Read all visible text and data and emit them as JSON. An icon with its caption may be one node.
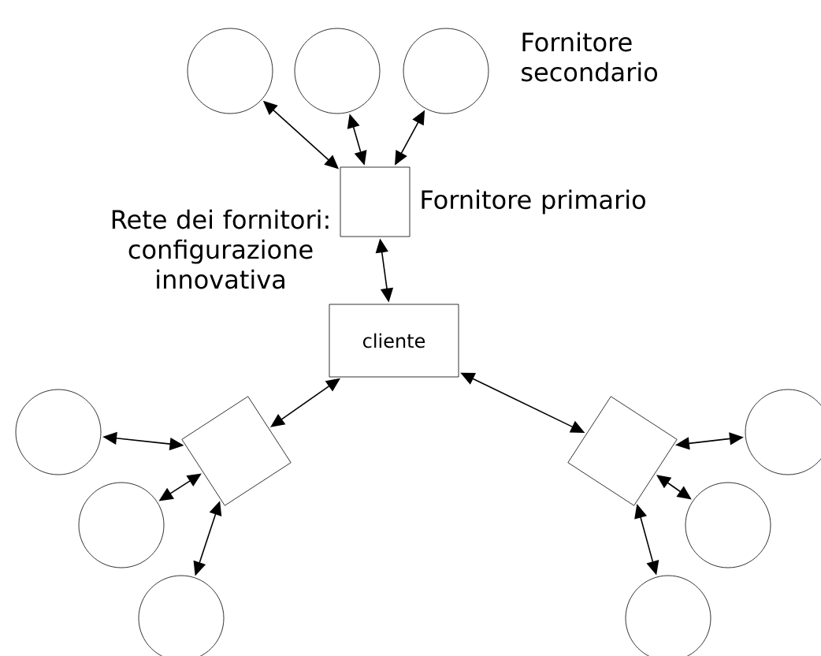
{
  "diagram": {
    "nodes": [
      {
        "text": [],
        "shape": "circle"
      },
      {
        "text": [],
        "shape": "circle"
      },
      {
        "text": [],
        "shape": "circle"
      },
      {
        "text": [],
        "shape": "box"
      },
      {
        "text": [
          "cliente"
        ]
      },
      {
        "text": [],
        "shape": "box"
      },
      {
        "text": [],
        "shape": "box"
      },
      {
        "text": [],
        "shape": "circle"
      },
      {
        "text": [],
        "shape": "circle"
      },
      {
        "text": [],
        "shape": "circle"
      },
      {
        "text": [],
        "shape": "circle"
      },
      {
        "text": [],
        "shape": "circle"
      },
      {
        "text": [],
        "shape": "circle"
      }
    ],
    "edges": [
      {
        "from": 0,
        "to": 3,
        "arrow": "both"
      },
      {
        "from": 1,
        "to": 3,
        "arrow": "both"
      },
      {
        "from": 2,
        "to": 3,
        "arrow": "both"
      },
      {
        "from": 3,
        "to": 4,
        "arrow": "both"
      },
      {
        "from": 4,
        "to": 5,
        "arrow": "both"
      },
      {
        "from": 4,
        "to": 6,
        "arrow": "both"
      },
      {
        "from": 5,
        "to": 7,
        "arrow": "both"
      },
      {
        "from": 5,
        "to": 8,
        "arrow": "both"
      },
      {
        "from": 5,
        "to": 9,
        "arrow": "both"
      },
      {
        "from": 6,
        "to": 10,
        "arrow": "both"
      },
      {
        "from": 6,
        "to": 11,
        "arrow": "both"
      },
      {
        "from": 6,
        "to": 12,
        "arrow": "both"
      }
    ],
    "labels": [
      "Fornitore secondario",
      "Rete dei fornitori: configurazione innovativa",
      "Fornitore primario"
    ]
  }
}
